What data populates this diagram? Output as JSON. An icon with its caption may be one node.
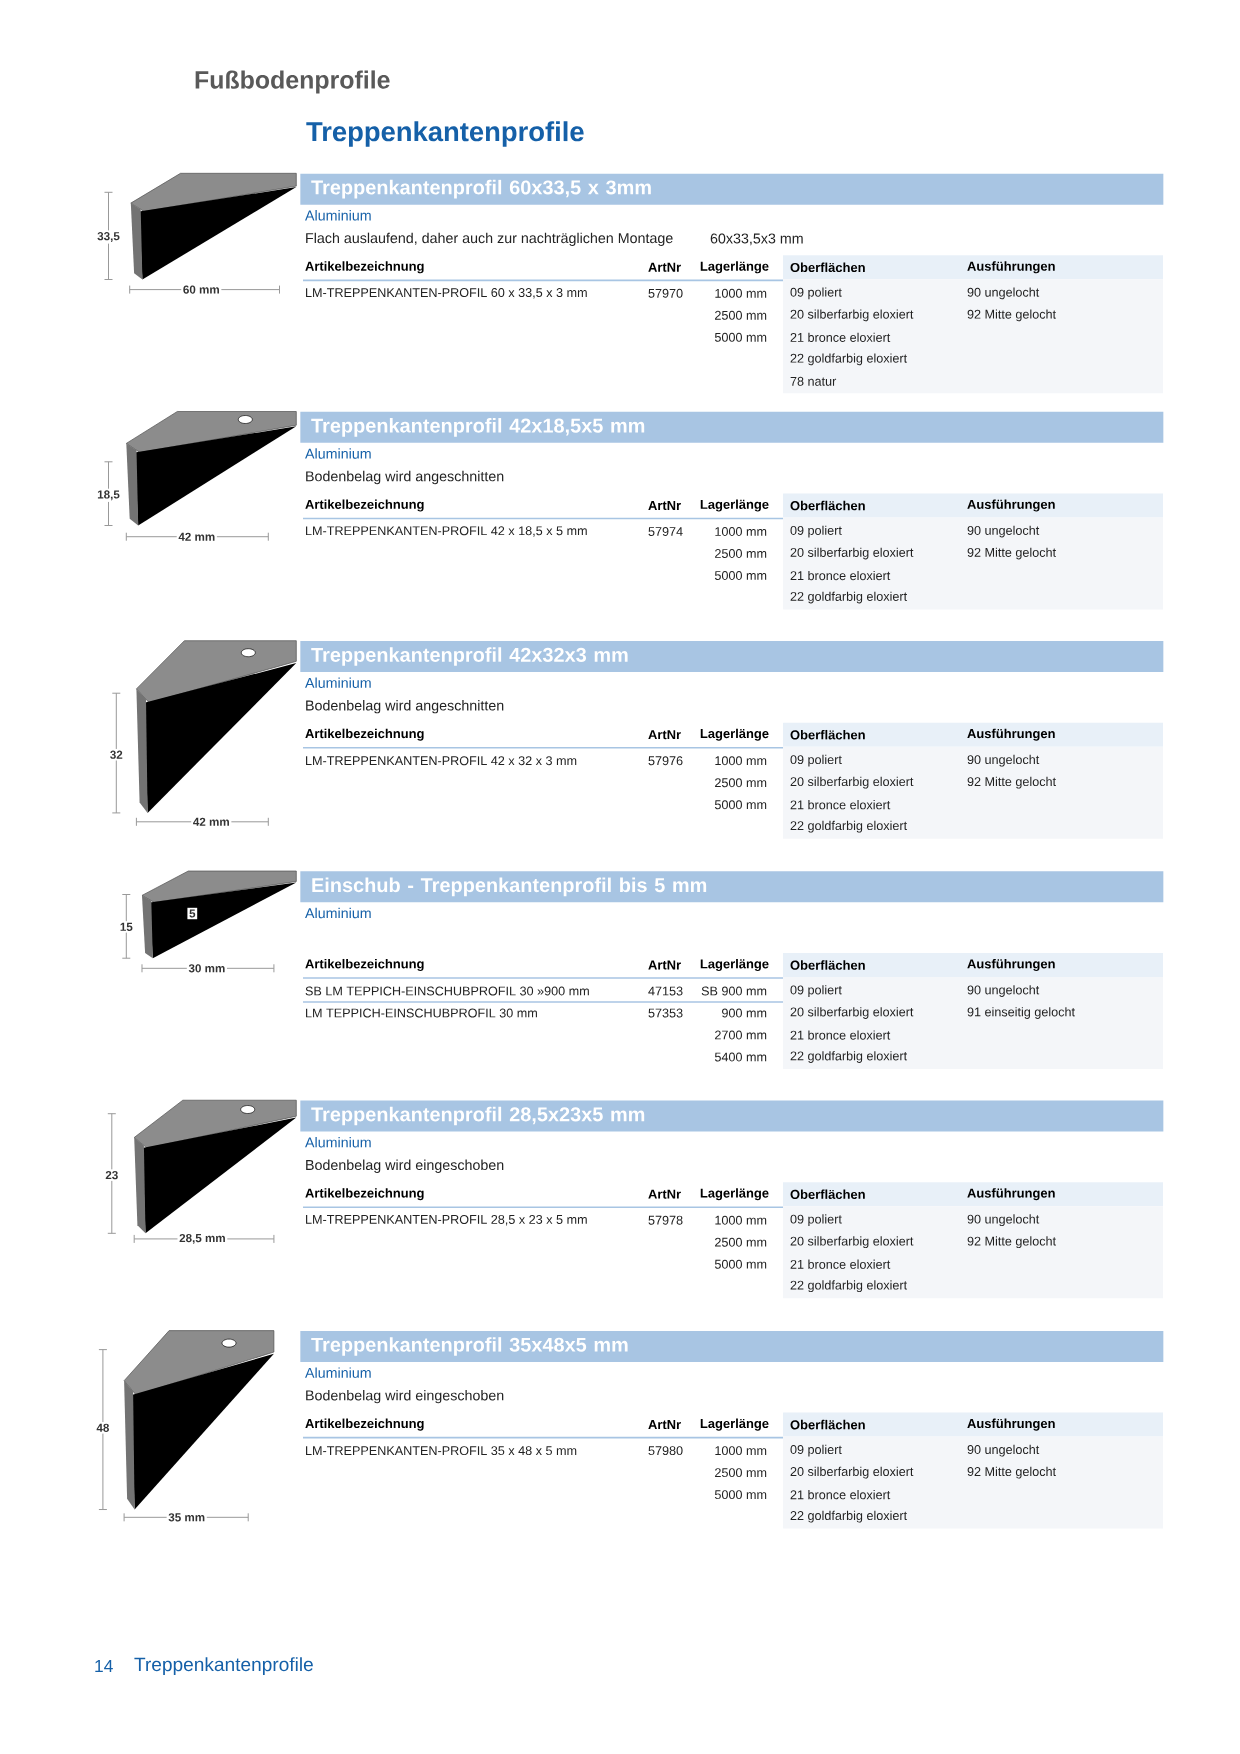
{
  "diagram": {
    "title": "Treppenkantenprofile",
    "nodes": [
      {
        "text": [
          "Treppenkantenprofil 60x33,5 x 3mm"
        ]
      },
      {
        "text": [
          "Treppenkantenprofil 42x18,5x5 mm"
        ]
      },
      {
        "text": [
          "Treppenkantenprofil 42x32x3 mm"
        ]
      },
      {
        "text": [
          "Einschub - Treppenkantenprofil bis 5 mm"
        ]
      },
      {
        "text": [
          "Treppenkantenprofil 28,5x23x5 mm"
        ]
      },
      {
        "text": [
          "Treppenkantenprofil 35x48x5 mm"
        ]
      }
    ],
    "labels": [
      "Fußbodenprofile",
      "33,5",
      "60 mm",
      "Aluminium",
      "Flach auslaufend, daher auch zur nachträglichen Montage",
      "60x33,5x3 mm",
      "Artikelbezeichnung",
      "ArtNr",
      "Lagerlänge",
      "Oberflächen",
      "Ausführungen",
      "LM-TREPPENKANTEN-PROFIL 60 x 33,5 x 3 mm",
      "57970",
      "1000 mm",
      "09 poliert",
      "90 ungelocht",
      "2500 mm",
      "20 silberfarbig eloxiert",
      "92 Mitte gelocht",
      "5000 mm",
      "21 bronce eloxiert",
      "22 goldfarbig eloxiert",
      "78 natur",
      "18,5",
      "42 mm",
      "Aluminium",
      "Bodenbelag wird angeschnitten",
      "Artikelbezeichnung",
      "ArtNr",
      "Lagerlänge",
      "Oberflächen",
      "Ausführungen",
      "LM-TREPPENKANTEN-PROFIL 42 x 18,5 x 5 mm",
      "57974",
      "1000 mm",
      "09 poliert",
      "90 ungelocht",
      "2500 mm",
      "20 silberfarbig eloxiert",
      "92 Mitte gelocht",
      "5000 mm",
      "21 bronce eloxiert",
      "22 goldfarbig eloxiert",
      "32",
      "42 mm",
      "Aluminium",
      "Bodenbelag wird angeschnitten",
      "Artikelbezeichnung",
      "ArtNr",
      "Lagerlänge",
      "Oberflächen",
      "Ausführungen",
      "LM-TREPPENKANTEN-PROFIL 42 x 32 x 3 mm",
      "57976",
      "1000 mm",
      "09 poliert",
      "90 ungelocht",
      "2500 mm",
      "20 silberfarbig eloxiert",
      "92 Mitte gelocht",
      "5000 mm",
      "21 bronce eloxiert",
      "22 goldfarbig eloxiert",
      "15",
      "5",
      "30 mm",
      "Aluminium",
      "Artikelbezeichnung",
      "ArtNr",
      "Lagerlänge",
      "Oberflächen",
      "Ausführungen",
      "SB LM TEPPICH-EINSCHUBPROFIL 30 »900 mm",
      "47153",
      "SB 900 mm",
      "09 poliert",
      "90 ungelocht",
      "LM TEPPICH-EINSCHUBPROFIL 30 mm",
      "57353",
      "900 mm",
      "20 silberfarbig eloxiert",
      "91 einseitig gelocht",
      "2700 mm",
      "21 bronce eloxiert",
      "5400 mm",
      "22 goldfarbig eloxiert",
      "23",
      "28,5 mm",
      "Aluminium",
      "Bodenbelag wird eingeschoben",
      "Artikelbezeichnung",
      "ArtNr",
      "Lagerlänge",
      "Oberflächen",
      "Ausführungen",
      "LM-TREPPENKANTEN-PROFIL 28,5 x 23 x 5 mm",
      "57978",
      "1000 mm",
      "09 poliert",
      "90 ungelocht",
      "2500 mm",
      "20 silberfarbig eloxiert",
      "92 Mitte gelocht",
      "5000 mm",
      "21 bronce eloxiert",
      "22 goldfarbig eloxiert",
      "48",
      "35 mm",
      "Aluminium",
      "Bodenbelag wird eingeschoben",
      "Artikelbezeichnung",
      "ArtNr",
      "Lagerlänge",
      "Oberflächen",
      "Ausführungen",
      "LM-TREPPENKANTEN-PROFIL 35 x 48 x 5 mm",
      "57980",
      "1000 mm",
      "09 poliert",
      "90 ungelocht",
      "2500 mm",
      "20 silberfarbig eloxiert",
      "92 Mitte gelocht",
      "5000 mm",
      "21 bronce eloxiert",
      "22 goldfarbig eloxiert",
      "14",
      "Treppenkantenprofile"
    ]
  }
}
